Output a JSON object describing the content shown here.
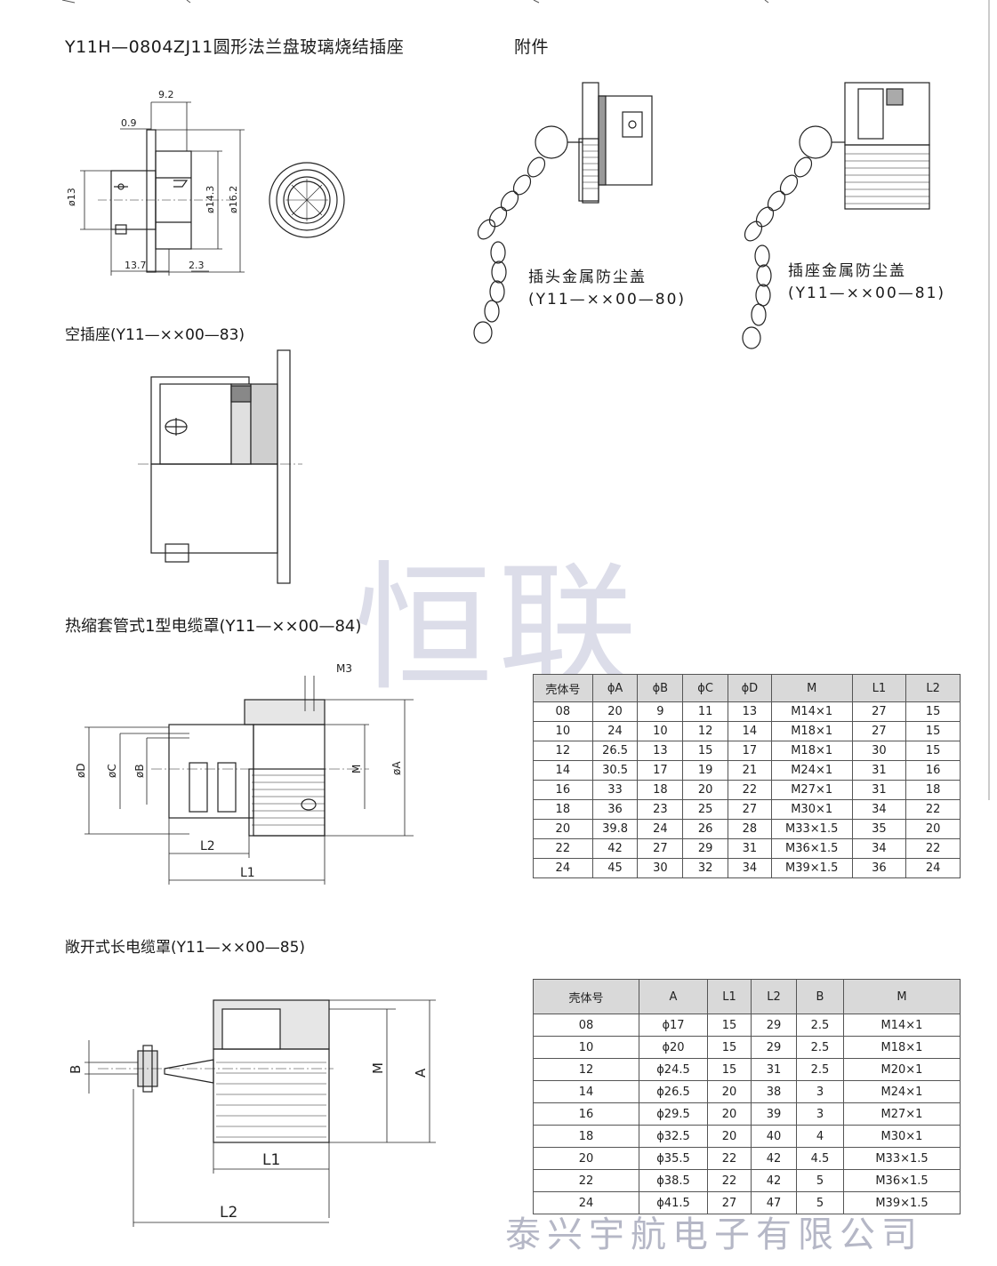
{
  "header": {
    "title": "Y11H—0804ZJ11圆形法兰盘玻璃烧结插座",
    "accessory": "附件"
  },
  "drawing1": {
    "dims": [
      "9.2",
      "0.9",
      "ø13",
      "ø14.3",
      "ø16.2",
      "13.7",
      "2.3"
    ]
  },
  "plug_cap": {
    "name": "插头金属防尘盖",
    "code": "(Y11—××00—80)"
  },
  "socket_cap": {
    "name": "插座金属防尘盖",
    "code": "(Y11—××00—81)"
  },
  "empty_socket": {
    "title": "空插座(Y11—××00—83)"
  },
  "cable_84": {
    "title": "热缩套管式1型电缆罩(Y11—××00—84)",
    "dims": [
      "M3",
      "øD",
      "øC",
      "øB",
      "M",
      "øA",
      "L2",
      "L1"
    ]
  },
  "cable_85": {
    "title": "敞开式长电缆罩(Y11—××00—85)",
    "dims": [
      "B",
      "M",
      "A",
      "L1",
      "L2"
    ]
  },
  "table1": {
    "headers": [
      "壳体号",
      "ϕA",
      "ϕB",
      "ϕC",
      "ϕD",
      "M",
      "L1",
      "L2"
    ],
    "rows": [
      [
        "08",
        "20",
        "9",
        "11",
        "13",
        "M14×1",
        "27",
        "15"
      ],
      [
        "10",
        "24",
        "10",
        "12",
        "14",
        "M18×1",
        "27",
        "15"
      ],
      [
        "12",
        "26.5",
        "13",
        "15",
        "17",
        "M18×1",
        "30",
        "15"
      ],
      [
        "14",
        "30.5",
        "17",
        "19",
        "21",
        "M24×1",
        "31",
        "16"
      ],
      [
        "16",
        "33",
        "18",
        "20",
        "22",
        "M27×1",
        "31",
        "18"
      ],
      [
        "18",
        "36",
        "23",
        "25",
        "27",
        "M30×1",
        "34",
        "22"
      ],
      [
        "20",
        "39.8",
        "24",
        "26",
        "28",
        "M33×1.5",
        "35",
        "20"
      ],
      [
        "22",
        "42",
        "27",
        "29",
        "31",
        "M36×1.5",
        "34",
        "22"
      ],
      [
        "24",
        "45",
        "30",
        "32",
        "34",
        "M39×1.5",
        "36",
        "24"
      ]
    ]
  },
  "table2": {
    "headers": [
      "壳体号",
      "A",
      "L1",
      "L2",
      "B",
      "M"
    ],
    "rows": [
      [
        "08",
        "ϕ17",
        "15",
        "29",
        "2.5",
        "M14×1"
      ],
      [
        "10",
        "ϕ20",
        "15",
        "29",
        "2.5",
        "M18×1"
      ],
      [
        "12",
        "ϕ24.5",
        "15",
        "31",
        "2.5",
        "M20×1"
      ],
      [
        "14",
        "ϕ26.5",
        "20",
        "38",
        "3",
        "M24×1"
      ],
      [
        "16",
        "ϕ29.5",
        "20",
        "39",
        "3",
        "M27×1"
      ],
      [
        "18",
        "ϕ32.5",
        "20",
        "40",
        "4",
        "M30×1"
      ],
      [
        "20",
        "ϕ35.5",
        "22",
        "42",
        "4.5",
        "M33×1.5"
      ],
      [
        "22",
        "ϕ38.5",
        "22",
        "42",
        "5",
        "M36×1.5"
      ],
      [
        "24",
        "ϕ41.5",
        "27",
        "47",
        "5",
        "M39×1.5"
      ]
    ]
  },
  "watermark": "恒联",
  "footer": "泰兴宇航电子有限公司"
}
